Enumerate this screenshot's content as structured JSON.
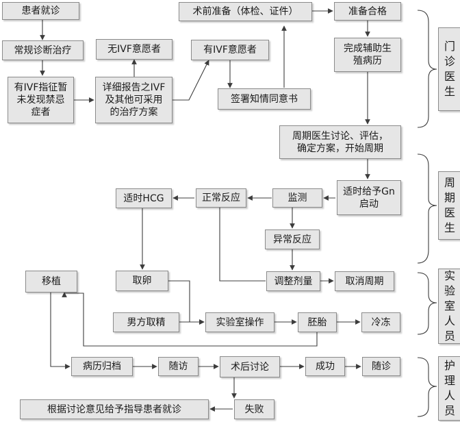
{
  "nodes": {
    "patient_visit": "患者就诊",
    "routine_diagnosis": "常规诊断治疗",
    "no_ivf_wish": "无IVF意愿者",
    "has_ivf_wish": "有IVF意愿者",
    "ivf_indication": "有IVF指征暂\n未发现禁忌\n症者",
    "detailed_report": "详细报告之IVF\n及其他可采用\n的治疗方案",
    "sign_consent": "签署知情同意书",
    "preop_prep": "术前准备（体检、证件）",
    "prep_qualified": "准备合格",
    "complete_history": "完成辅助生\n殖病历",
    "cycle_discussion": "周期医生讨论、评估，\n确定方案，开始周期",
    "gn_start": "适时给予Gn\n启动",
    "monitoring": "监测",
    "normal_response": "正常反应",
    "timely_hcg": "适时HCG",
    "abnormal_response": "异常反应",
    "adjust_dose": "调整剂量",
    "cancel_cycle": "取消周期",
    "egg_retrieval": "取卵",
    "transfer": "移植",
    "male_sperm": "男方取精",
    "lab_operation": "实验室操作",
    "embryo": "胚胎",
    "freeze": "冷冻",
    "archive_records": "病历归档",
    "follow_up": "随访",
    "postop_discussion": "术后讨论",
    "success": "成功",
    "return_visit": "随诊",
    "failure": "失败",
    "guidance": "根据讨论意见给予指导患者就诊"
  },
  "roles": {
    "clinic_doctor": "门\n诊\n医\n生",
    "cycle_doctor": "周\n期\n医\n生",
    "lab_staff": "实\n验\n室\n人\n员",
    "nursing_staff": "护\n理\n人\n员"
  },
  "colors": {
    "box_fill": "#e6e6e6",
    "box_border": "#8a8a8a",
    "line": "#3c3c3c"
  }
}
